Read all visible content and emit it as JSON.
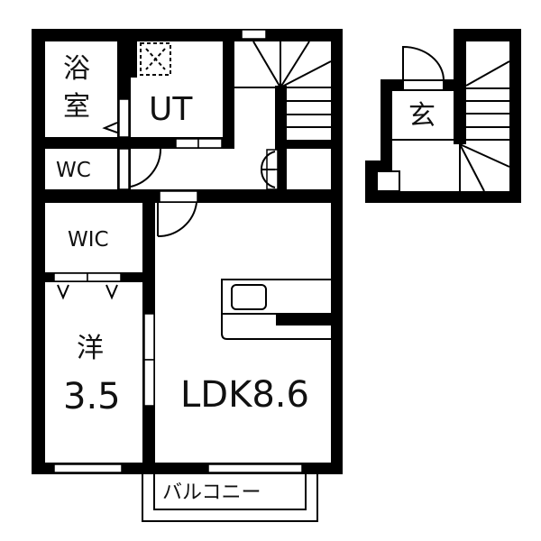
{
  "floor_plan": {
    "rooms": {
      "bath": {
        "line1": "浴",
        "line2": "室"
      },
      "utility": {
        "label": "UT"
      },
      "toilet": {
        "label": "WC"
      },
      "walk_in_closet": {
        "label": "WIC"
      },
      "western_room": {
        "label": "洋",
        "size": "3.5"
      },
      "ldk": {
        "label": "LDK8.6"
      },
      "balcony": {
        "label": "バルコニー"
      },
      "entrance": {
        "label": "玄"
      }
    },
    "colors": {
      "wall": "#000000",
      "background": "#ffffff"
    }
  }
}
